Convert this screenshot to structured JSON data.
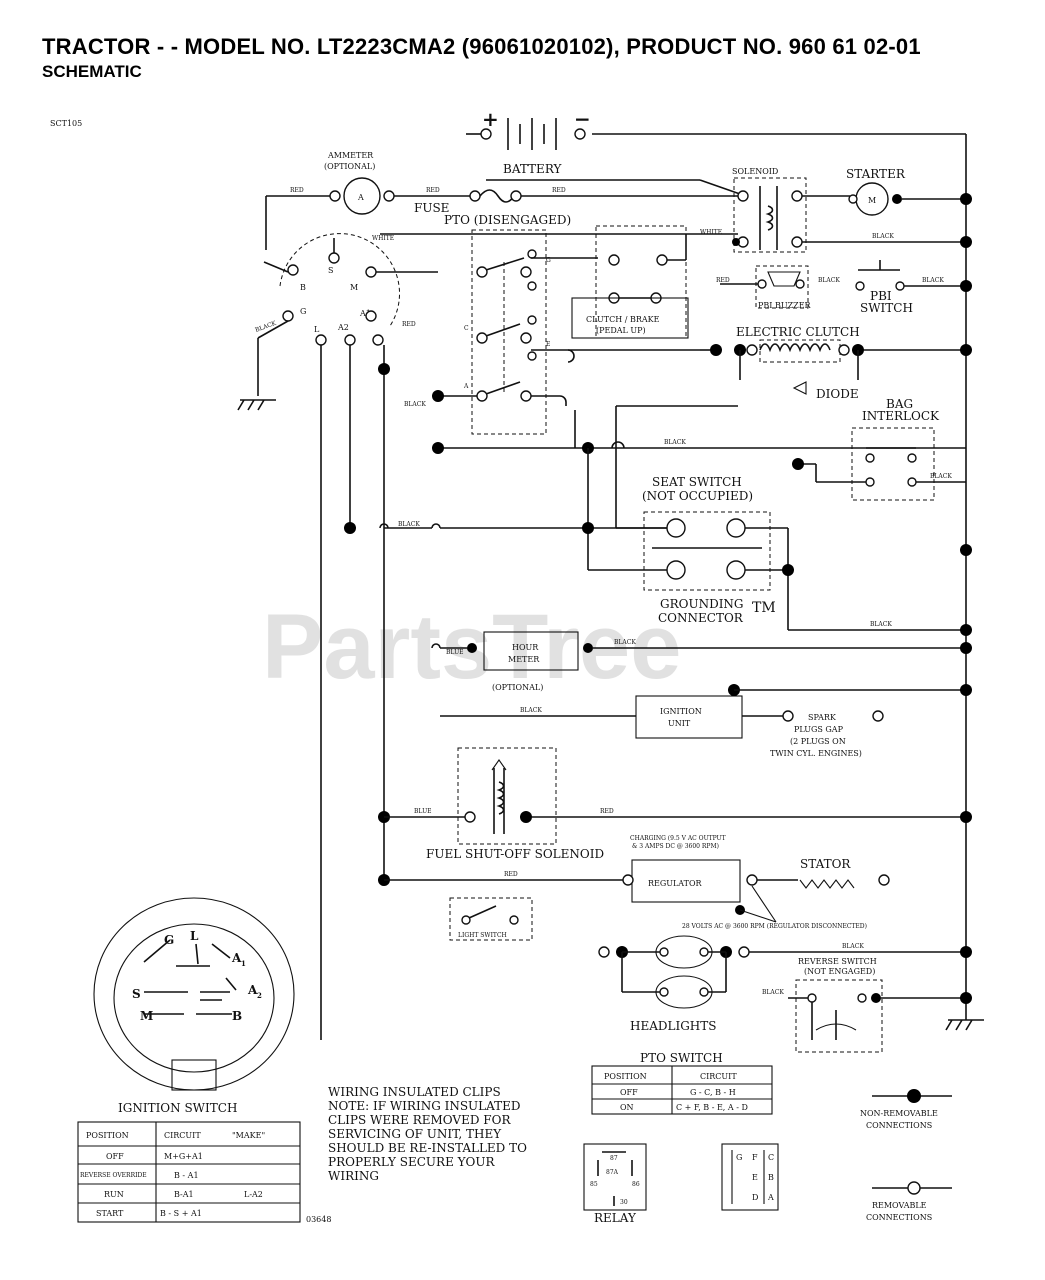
{
  "header": {
    "title": "TRACTOR - - MODEL NO. LT2223CMA2 (96061020102), PRODUCT NO. 960 61 02-01",
    "subtitle": "SCHEMATIC"
  },
  "watermark": {
    "brand": "PartsTree",
    "mark": "TM"
  },
  "diagram": {
    "code": "SCT105",
    "drawing_number": "03648",
    "battery": {
      "label": "BATTERY",
      "positive": "+",
      "negative": "−"
    },
    "ammeter": {
      "label": "AMMETER",
      "note": "(OPTIONAL)",
      "symbol": "A"
    },
    "fuse": "FUSE",
    "solenoid": "SOLENOID",
    "starter": {
      "label": "STARTER",
      "symbol": "M"
    },
    "pto": {
      "label": "PTO (DISENGAGED)",
      "pins": {
        "g": "G",
        "c": "C",
        "f": "F",
        "a": "A",
        "e": "E"
      }
    },
    "ignition_terminals": {
      "s": "S",
      "b": "B",
      "m": "M",
      "g": "G",
      "l": "L",
      "a2": "A2",
      "a1": "A1"
    },
    "pbi_buzzer": "PBI BUZZER",
    "pbi_switch": {
      "line1": "PBI",
      "line2": "SWITCH"
    },
    "clutch_brake": {
      "line1": "CLUTCH / BRAKE",
      "line2": "(PEDAL UP)"
    },
    "electric_clutch": "ELECTRIC CLUTCH",
    "diode": "DIODE",
    "bag_interlock": {
      "line1": "BAG",
      "line2": "INTERLOCK"
    },
    "seat_switch": {
      "line1": "SEAT SWITCH",
      "line2": "(NOT OCCUPIED)"
    },
    "grounding_connector": {
      "line1": "GROUNDING",
      "line2": "CONNECTOR"
    },
    "hour_meter": {
      "line1": "HOUR",
      "line2": "METER",
      "note": "(OPTIONAL)"
    },
    "ignition_unit": {
      "line1": "IGNITION",
      "line2": "UNIT"
    },
    "spark_plugs": {
      "line1": "SPARK",
      "line2": "PLUGS GAP",
      "line3": "(2 PLUGS ON",
      "line4": "TWIN CYL. ENGINES)"
    },
    "fuel_solenoid": "FUEL SHUT-OFF SOLENOID",
    "regulator": "REGULATOR",
    "stator": "STATOR",
    "regulator_note": {
      "line1": "CHARGING (9.5 V AC OUTPUT",
      "line2": "& 3 AMPS DC @ 3600 RPM)"
    },
    "stator_note": "28 VOLTS AC @ 3600 RPM (REGULATOR DISCONNECTED)",
    "light_switch": "LIGHT SWITCH",
    "headlights": "HEADLIGHTS",
    "reverse_switch": {
      "line1": "REVERSE SWITCH",
      "line2": "(NOT ENGAGED)"
    },
    "relay": {
      "label": "RELAY",
      "pins": {
        "p87": "87",
        "p87a": "87A",
        "p85": "85",
        "p86": "86",
        "p30": "30"
      }
    },
    "connector_letters": {
      "g": "G",
      "f": "F",
      "c": "C",
      "e": "E",
      "b": "B",
      "d": "D",
      "a": "A"
    },
    "wire_colors": {
      "red": "RED",
      "white": "WHITE",
      "black": "BLACK",
      "blue": "BLUE"
    },
    "legend": {
      "non_removable": {
        "line1": "NON-REMOVABLE",
        "line2": "CONNECTIONS"
      },
      "removable": {
        "line1": "REMOVABLE",
        "line2": "CONNECTIONS"
      }
    },
    "wiring_note": [
      "WIRING INSULATED CLIPS",
      "NOTE: IF WIRING INSULATED",
      "CLIPS WERE REMOVED FOR",
      "SERVICING OF UNIT, THEY",
      "SHOULD BE RE-INSTALLED TO",
      "PROPERLY SECURE YOUR",
      "WIRING"
    ]
  },
  "ignition_switch": {
    "title": "IGNITION SWITCH",
    "face_labels": {
      "g": "G",
      "l": "L",
      "a1": "A",
      "a1_sub": "1",
      "s": "S",
      "a2": "A",
      "a2_sub": "2",
      "m": "M",
      "b": "B"
    },
    "table": {
      "headers": [
        "POSITION",
        "CIRCUIT",
        "\"MAKE\""
      ],
      "rows": [
        {
          "position": "OFF",
          "circuit": "M+G+A1",
          "make": ""
        },
        {
          "position": "REVERSE OVERRIDE",
          "circuit": "B - A1",
          "make": ""
        },
        {
          "position": "RUN",
          "circuit": "B-A1",
          "make": "L-A2"
        },
        {
          "position": "START",
          "circuit": "B - S + A1",
          "make": ""
        }
      ]
    }
  },
  "pto_switch": {
    "title": "PTO SWITCH",
    "table": {
      "headers": [
        "POSITION",
        "CIRCUIT"
      ],
      "rows": [
        {
          "position": "OFF",
          "circuit": "G - C, B - H"
        },
        {
          "position": "ON",
          "circuit": "C + F, B - E, A - D"
        }
      ]
    }
  }
}
